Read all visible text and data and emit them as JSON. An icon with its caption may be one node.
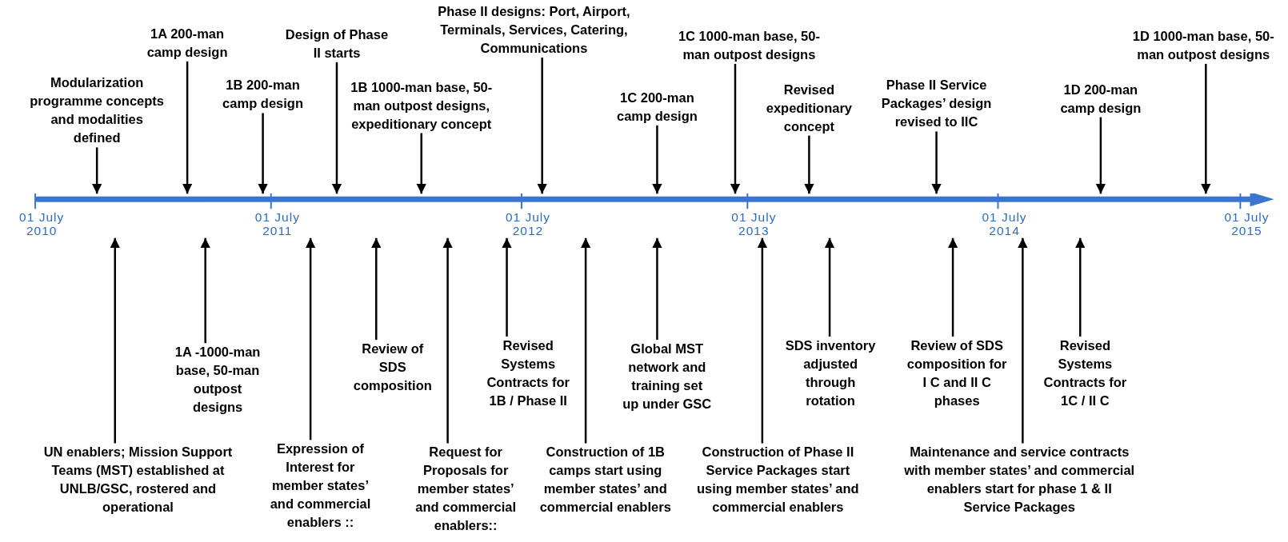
{
  "diagram": {
    "nodes": [
      {
        "text": [
          "Modularization programme concepts and modalities defined"
        ]
      },
      {
        "text": [
          "1A 200-man camp design"
        ]
      },
      {
        "text": [
          "1B 200-man camp design"
        ]
      },
      {
        "text": [
          "Design of Phase II starts"
        ]
      },
      {
        "text": [
          "1B 1000-man base, 50-man outpost designs, expeditionary concept"
        ]
      },
      {
        "text": [
          "Phase II designs: Port, Airport, Terminals, Services, Catering, Communications"
        ]
      },
      {
        "text": [
          "1C 200-man camp design"
        ]
      },
      {
        "text": [
          "1C 1000-man base, 50-man outpost designs"
        ]
      },
      {
        "text": [
          "Revised expeditionary concept"
        ]
      },
      {
        "text": [
          "Phase II Service Packages’ design revised to IIC"
        ]
      },
      {
        "text": [
          "1D 200-man camp design"
        ]
      },
      {
        "text": [
          "1D 1000-man base, 50-man outpost designs"
        ]
      },
      {
        "text": [],
        "shape": "bar",
        "beside": [
          "01 July 2010",
          "01 July 2011",
          "01 July 2012",
          "01 July 2013",
          "01 July 2014",
          "01 July 2015"
        ]
      },
      {
        "text": [
          "UN enablers; Mission Support Teams (MST) established at UNLB/GSC, rostered and operational"
        ]
      },
      {
        "text": [
          "1A -1000-man base, 50-man outpost designs"
        ]
      },
      {
        "text": [
          "Expression of Interest for member states’ and commercial enablers ::"
        ]
      },
      {
        "text": [
          "Review of SDS composition"
        ]
      },
      {
        "text": [
          "Request for Proposals for member states’ and commercial enablers::"
        ]
      },
      {
        "text": [
          "Revised Systems Contracts for 1B / Phase II"
        ]
      },
      {
        "text": [
          "Construction of 1B camps start using member states’ and commercial enablers"
        ]
      },
      {
        "text": [
          "Global MST network and training set up under GSC"
        ]
      },
      {
        "text": [
          "Construction of Phase II Service Packages start using member states’ and commercial enablers"
        ]
      },
      {
        "text": [
          "SDS inventory adjusted through rotation"
        ]
      },
      {
        "text": [
          "Review of SDS composition for I C and II C phases"
        ]
      },
      {
        "text": [
          "Maintenance and service contracts with member states’ and commercial enablers start for phase 1 & II Service Packages"
        ]
      },
      {
        "text": [
          "Revised Systems Contracts for 1C / II C"
        ]
      }
    ],
    "edges": [
      {
        "from": 0,
        "to": 12,
        "arrow": "to"
      },
      {
        "from": 1,
        "to": 12,
        "arrow": "to"
      },
      {
        "from": 2,
        "to": 12,
        "arrow": "to"
      },
      {
        "from": 3,
        "to": 12,
        "arrow": "to"
      },
      {
        "from": 4,
        "to": 12,
        "arrow": "to"
      },
      {
        "from": 5,
        "to": 12,
        "arrow": "to"
      },
      {
        "from": 6,
        "to": 12,
        "arrow": "to"
      },
      {
        "from": 7,
        "to": 12,
        "arrow": "to"
      },
      {
        "from": 8,
        "to": 12,
        "arrow": "to"
      },
      {
        "from": 9,
        "to": 12,
        "arrow": "to"
      },
      {
        "from": 10,
        "to": 12,
        "arrow": "to"
      },
      {
        "from": 11,
        "to": 12,
        "arrow": "to"
      },
      {
        "from": 13,
        "to": 12,
        "arrow": "to"
      },
      {
        "from": 14,
        "to": 12,
        "arrow": "to"
      },
      {
        "from": 15,
        "to": 12,
        "arrow": "to"
      },
      {
        "from": 16,
        "to": 12,
        "arrow": "to"
      },
      {
        "from": 17,
        "to": 12,
        "arrow": "to"
      },
      {
        "from": 18,
        "to": 12,
        "arrow": "to"
      },
      {
        "from": 19,
        "to": 12,
        "arrow": "to"
      },
      {
        "from": 20,
        "to": 12,
        "arrow": "to"
      },
      {
        "from": 21,
        "to": 12,
        "arrow": "to"
      },
      {
        "from": 22,
        "to": 12,
        "arrow": "to"
      },
      {
        "from": 23,
        "to": 12,
        "arrow": "to"
      },
      {
        "from": 24,
        "to": 12,
        "arrow": "to"
      },
      {
        "from": 25,
        "to": 12,
        "arrow": "to"
      }
    ]
  }
}
